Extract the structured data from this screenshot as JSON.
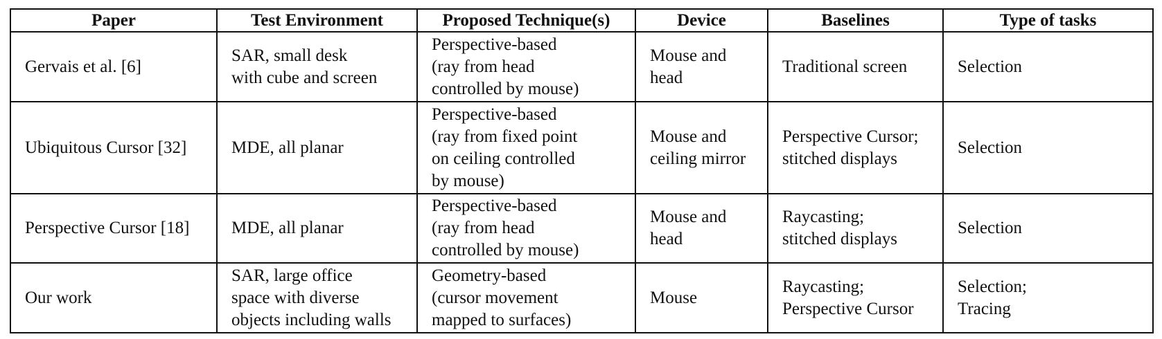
{
  "table": {
    "headers": [
      "Paper",
      "Test Environment",
      "Proposed Technique(s)",
      "Device",
      "Baselines",
      "Type of tasks"
    ],
    "rows": [
      {
        "paper": [
          "Gervais et al. [6]"
        ],
        "environment": [
          "SAR, small desk",
          "with cube and screen"
        ],
        "technique": [
          "Perspective-based",
          "(ray from head",
          "controlled by mouse)"
        ],
        "device": [
          "Mouse and",
          "head"
        ],
        "baselines": [
          "Traditional screen"
        ],
        "tasks": [
          "Selection"
        ]
      },
      {
        "paper": [
          "Ubiquitous Cursor [32]"
        ],
        "environment": [
          "MDE, all planar"
        ],
        "technique": [
          "Perspective-based",
          "(ray from fixed point",
          "on ceiling controlled",
          "by mouse)"
        ],
        "device": [
          "Mouse and",
          "ceiling mirror"
        ],
        "baselines": [
          "Perspective Cursor;",
          "stitched displays"
        ],
        "tasks": [
          "Selection"
        ]
      },
      {
        "paper": [
          "Perspective Cursor [18]"
        ],
        "environment": [
          "MDE, all planar"
        ],
        "technique": [
          "Perspective-based",
          "(ray from head",
          "controlled by mouse)"
        ],
        "device": [
          "Mouse and",
          "head"
        ],
        "baselines": [
          "Raycasting;",
          "stitched displays"
        ],
        "tasks": [
          "Selection"
        ]
      },
      {
        "paper": [
          "Our work"
        ],
        "environment": [
          "SAR, large office",
          "space with diverse",
          "objects including walls"
        ],
        "technique": [
          "Geometry-based",
          "(cursor movement",
          "mapped to surfaces)"
        ],
        "device": [
          "Mouse"
        ],
        "baselines": [
          "Raycasting;",
          "Perspective Cursor"
        ],
        "tasks": [
          "Selection;",
          "Tracing"
        ]
      }
    ]
  }
}
